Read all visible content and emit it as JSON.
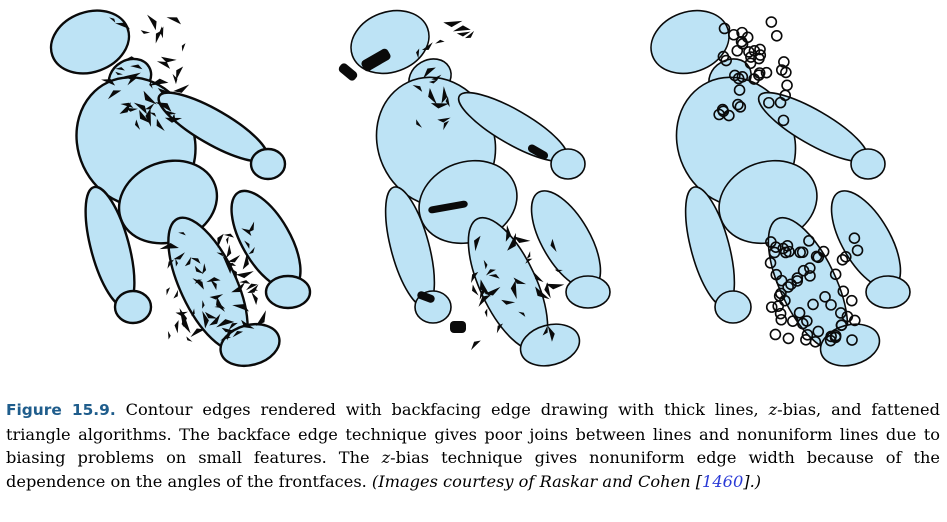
{
  "figure": {
    "panels": [
      {
        "id": "panel-1",
        "technique": "backfacing edge drawing with thick lines"
      },
      {
        "id": "panel-2",
        "technique": "z-bias"
      },
      {
        "id": "panel-3",
        "technique": "fattened triangle"
      }
    ],
    "colors": {
      "body_fill": "#bde3f5",
      "outline": "#0a0a0a"
    }
  },
  "caption": {
    "label": "Figure 15.9.",
    "p1": " Contour edges rendered with backfacing edge drawing with thick lines, ",
    "z1": "z",
    "p2": "-bias, and fattened triangle algorithms. The backface edge technique gives poor joins between lines and nonuniform lines due to biasing problems on small features. The ",
    "z2": "z",
    "p3": "-bias technique gives nonuniform edge width because of the dependence on the angles of the frontfaces. ",
    "credit_a": "(Images courtesy of Raskar and Cohen [",
    "cite": "1460",
    "credit_b": "].)"
  }
}
